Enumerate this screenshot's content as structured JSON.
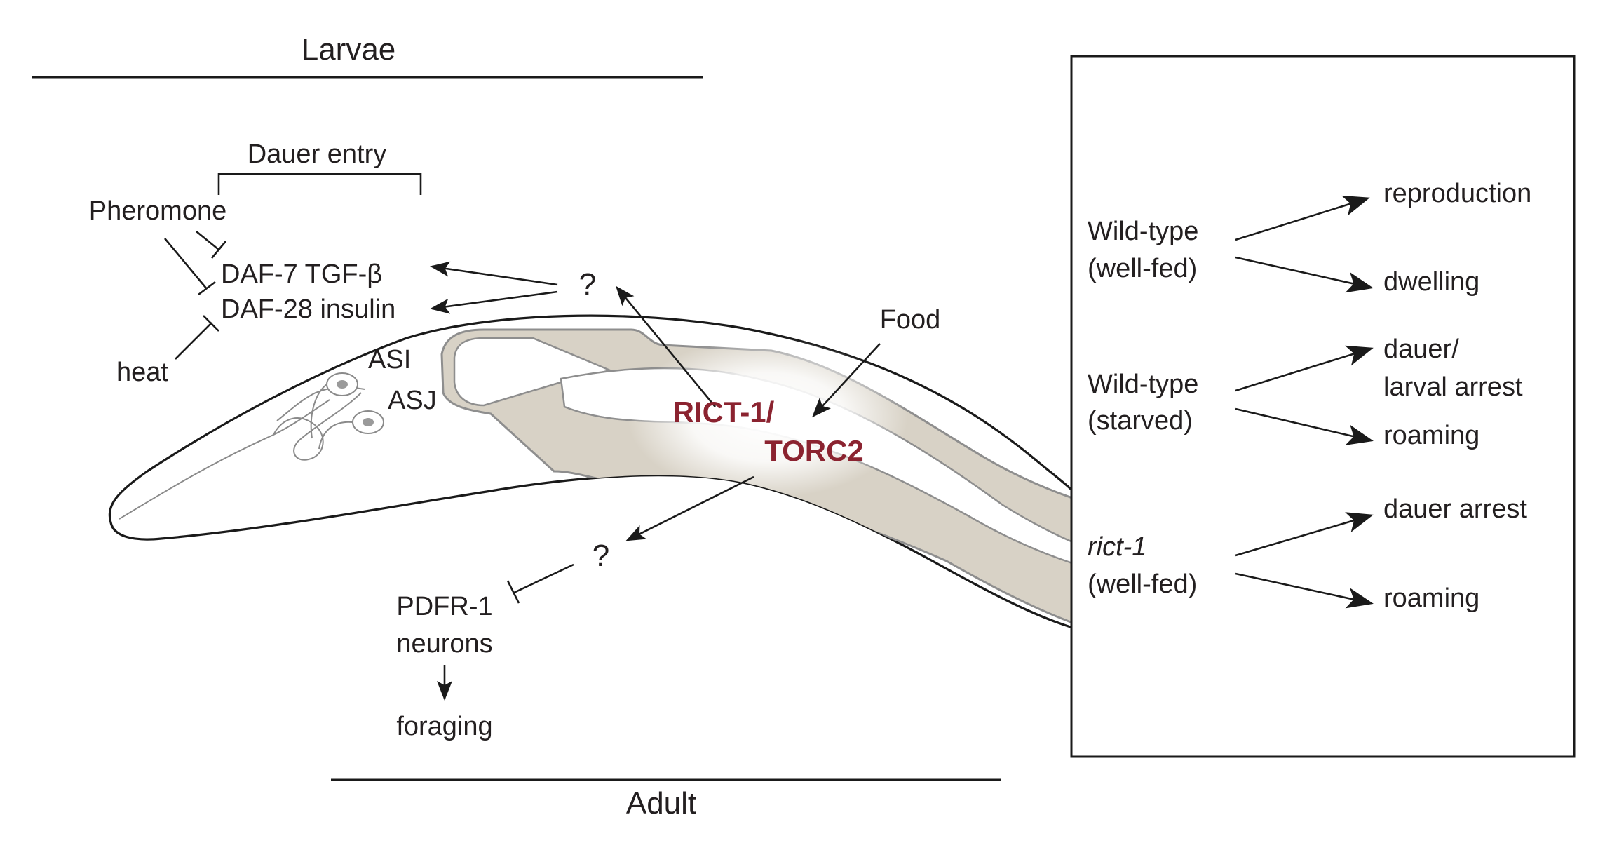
{
  "larvae_heading": "Larvae",
  "adult_heading": "Adult",
  "dauer_entry": "Dauer entry",
  "pheromone": "Pheromone",
  "heat": "heat",
  "daf7": "DAF-7 TGF-β",
  "daf28": "DAF-28 insulin",
  "question_upper": "?",
  "question_lower": "?",
  "asi": "ASI",
  "asj": "ASJ",
  "food": "Food",
  "rict1_line1": "RICT-1/",
  "rict1_line2": "TORC2",
  "pdfr_line1": "PDFR-1",
  "pdfr_line2": "neurons",
  "foraging": "foraging",
  "colors": {
    "accent_red": "#8b2330",
    "gut_fill": "#d8d2c6",
    "gut_stroke": "#8e8e8e"
  },
  "panel": {
    "groups": [
      {
        "genotype_line1": "Wild-type",
        "genotype_line2": "(well-fed)",
        "genotype_italic": false,
        "outcome_1": "reproduction",
        "outcome_2": "dwelling"
      },
      {
        "genotype_line1": "Wild-type",
        "genotype_line2": "(starved)",
        "genotype_italic": false,
        "outcome_1_line1": "dauer/",
        "outcome_1_line2": "larval arrest",
        "outcome_2": "roaming"
      },
      {
        "genotype_line1": "rict-1",
        "genotype_line2": "(well-fed)",
        "genotype_italic": true,
        "outcome_1": "dauer arrest",
        "outcome_2": "roaming"
      }
    ]
  }
}
